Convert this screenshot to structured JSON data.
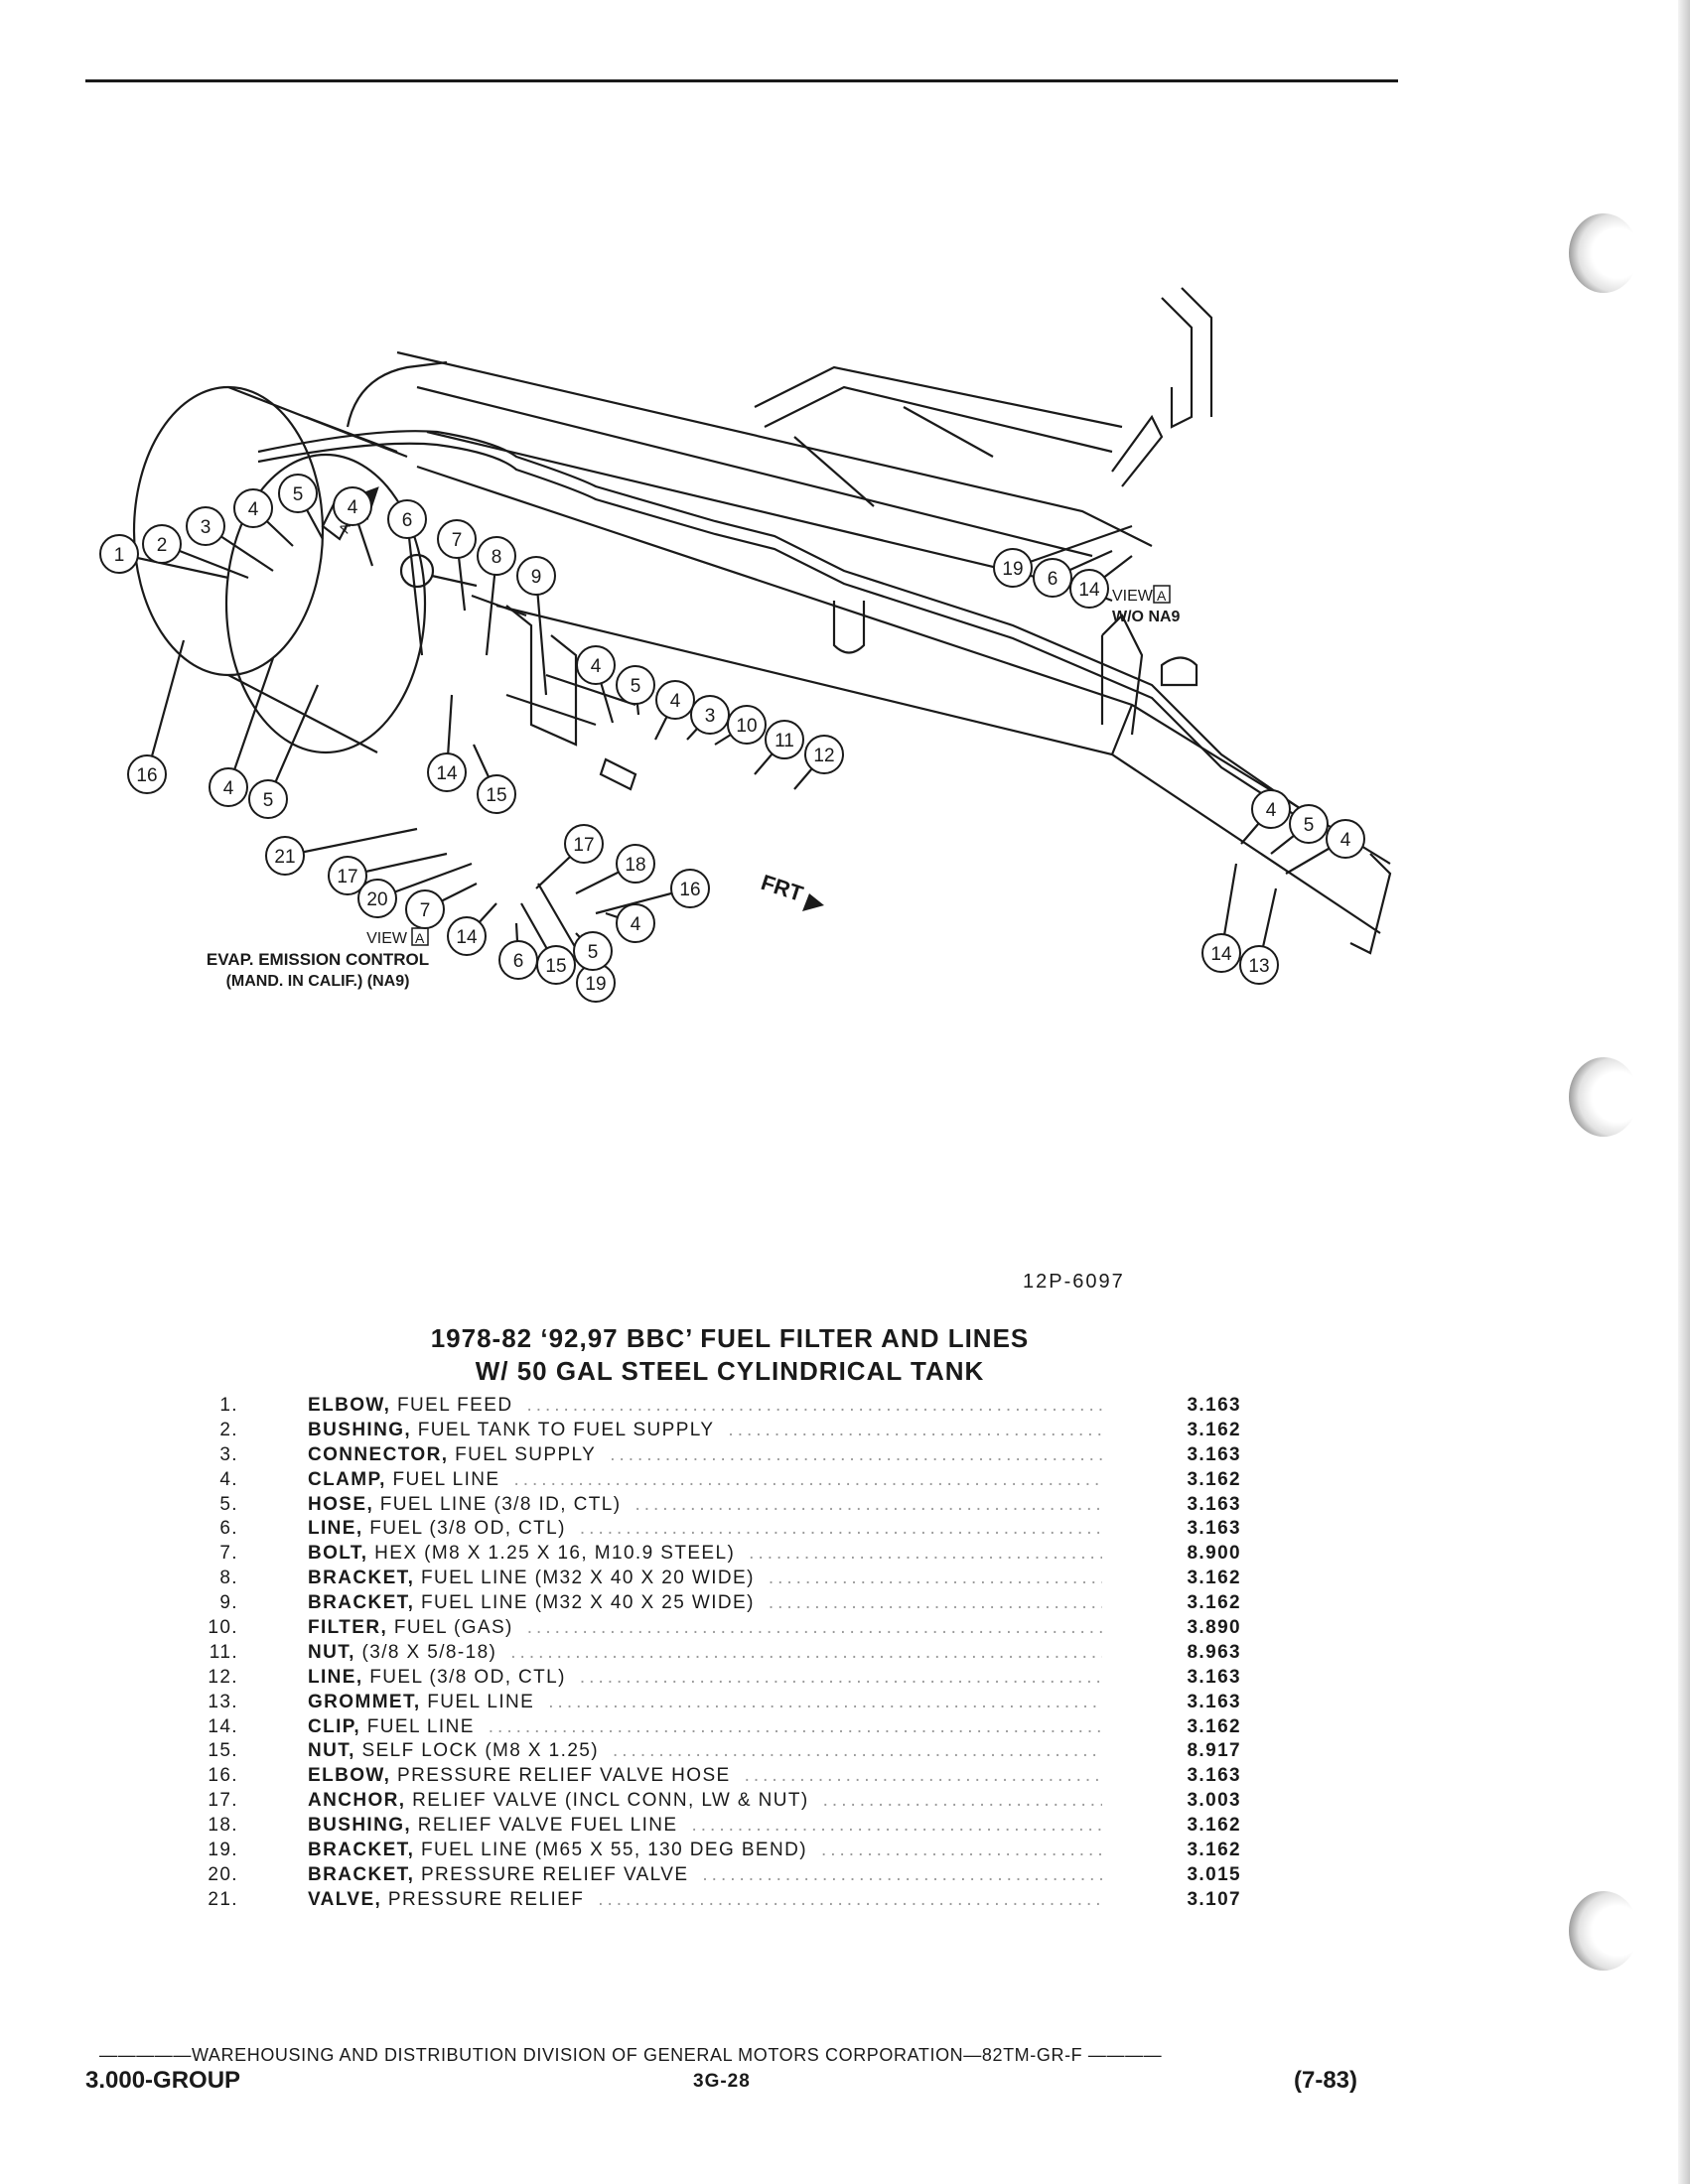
{
  "figure": {
    "drawing_number": "12P-6097",
    "view_a_label": "VIEW",
    "view_a_box": "A",
    "view_a_note": "W/O NA9",
    "evap_line1": "EVAP. EMISSION CONTROL",
    "evap_line2": "(MAND. IN CALIF.) (NA9)",
    "frt_label": "FRT",
    "tank_marker": "A",
    "callouts_main": [
      "1",
      "2",
      "3",
      "4",
      "5",
      "4",
      "6",
      "7",
      "8",
      "9",
      "4",
      "5",
      "4",
      "3",
      "10",
      "11",
      "12",
      "16",
      "4",
      "5",
      "14",
      "15",
      "4",
      "5",
      "4",
      "14",
      "13"
    ],
    "callouts_view": [
      "19",
      "6",
      "14"
    ],
    "callouts_evap": [
      "21",
      "17",
      "20",
      "7",
      "14",
      "6",
      "15",
      "19",
      "17",
      "18",
      "16",
      "4",
      "5"
    ]
  },
  "title": {
    "line1": "1978-82 ‘92,97 BBC’ FUEL FILTER AND LINES",
    "line2": "W/ 50 GAL STEEL CYLINDRICAL TANK"
  },
  "parts": [
    {
      "num": "1.",
      "name": "ELBOW,",
      "spec": " FUEL FEED",
      "code": "3.163"
    },
    {
      "num": "2.",
      "name": "BUSHING,",
      "spec": " FUEL TANK TO FUEL SUPPLY",
      "code": "3.162"
    },
    {
      "num": "3.",
      "name": "CONNECTOR,",
      "spec": " FUEL SUPPLY",
      "code": "3.163"
    },
    {
      "num": "4.",
      "name": "CLAMP,",
      "spec": " FUEL LINE",
      "code": "3.162"
    },
    {
      "num": "5.",
      "name": "HOSE,",
      "spec": " FUEL LINE (3/8 ID, CTL)",
      "code": "3.163"
    },
    {
      "num": "6.",
      "name": "LINE,",
      "spec": " FUEL (3/8 OD, CTL)",
      "code": "3.163"
    },
    {
      "num": "7.",
      "name": "BOLT,",
      "spec": " HEX (M8 X 1.25 X 16, M10.9 STEEL)",
      "code": "8.900"
    },
    {
      "num": "8.",
      "name": "BRACKET,",
      "spec": " FUEL LINE (M32 X 40 X 20 WIDE)",
      "code": "3.162"
    },
    {
      "num": "9.",
      "name": "BRACKET,",
      "spec": " FUEL LINE (M32 X 40 X 25 WIDE)",
      "code": "3.162"
    },
    {
      "num": "10.",
      "name": "FILTER,",
      "spec": " FUEL (GAS)",
      "code": "3.890"
    },
    {
      "num": "11.",
      "name": "NUT,",
      "spec": " (3/8 X 5/8-18)",
      "code": "8.963"
    },
    {
      "num": "12.",
      "name": "LINE,",
      "spec": " FUEL (3/8 OD, CTL)",
      "code": "3.163"
    },
    {
      "num": "13.",
      "name": "GROMMET,",
      "spec": " FUEL LINE",
      "code": "3.163"
    },
    {
      "num": "14.",
      "name": "CLIP,",
      "spec": " FUEL LINE",
      "code": "3.162"
    },
    {
      "num": "15.",
      "name": "NUT,",
      "spec": " SELF LOCK (M8 X 1.25)",
      "code": "8.917"
    },
    {
      "num": "16.",
      "name": "ELBOW,",
      "spec": " PRESSURE RELIEF VALVE HOSE",
      "code": "3.163"
    },
    {
      "num": "17.",
      "name": "ANCHOR,",
      "spec": " RELIEF VALVE (INCL CONN, LW & NUT)",
      "code": "3.003"
    },
    {
      "num": "18.",
      "name": "BUSHING,",
      "spec": " RELIEF VALVE FUEL LINE",
      "code": "3.162"
    },
    {
      "num": "19.",
      "name": "BRACKET,",
      "spec": " FUEL LINE (M65 X 55, 130 DEG BEND)",
      "code": "3.162"
    },
    {
      "num": "20.",
      "name": "BRACKET,",
      "spec": " PRESSURE RELIEF VALVE",
      "code": "3.015"
    },
    {
      "num": "21.",
      "name": "VALVE,",
      "spec": " PRESSURE RELIEF",
      "code": "3.107"
    }
  ],
  "footer": {
    "line": "—————WAREHOUSING AND DISTRIBUTION DIVISION OF GENERAL MOTORS CORPORATION—82TM-GR-F ————",
    "group": "3.000-GROUP",
    "page": "3G-28",
    "date": "(7-83)"
  }
}
